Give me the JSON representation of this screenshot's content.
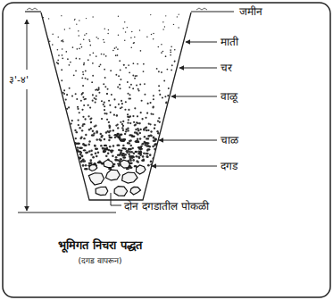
{
  "diagram": {
    "caption": "भूमिगत निचरा पद्धत",
    "labels": [
      "जमीन",
      "३'-४'",
      "माती",
      "चर",
      "वाळू",
      "चाळ",
      "दगड",
      "दोन दगडातील पोकळी",
      "(दगड वापरून)"
    ]
  }
}
